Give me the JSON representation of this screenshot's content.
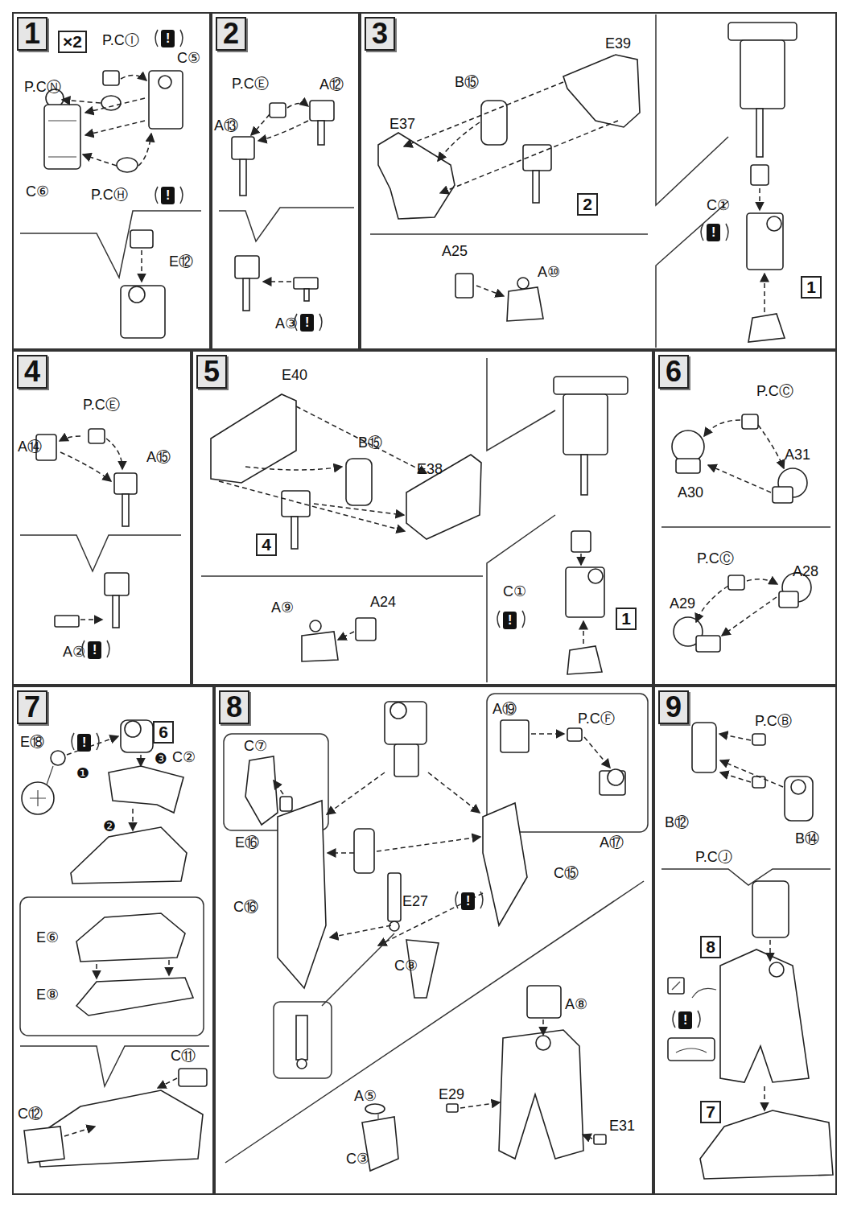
{
  "diagram": {
    "nodes": [
      {
        "text": [
          "1"
        ]
      },
      {
        "text": [
          "×2"
        ],
        "in": 0
      },
      {
        "text": [
          "2"
        ]
      },
      {
        "text": [
          "3"
        ]
      },
      {
        "text": [
          "2"
        ],
        "in": 3
      },
      {
        "text": [
          "1"
        ],
        "in": 3
      },
      {
        "text": [
          "4"
        ]
      },
      {
        "text": [
          "5"
        ]
      },
      {
        "text": [
          "4"
        ],
        "in": 7
      },
      {
        "text": [
          "1"
        ],
        "in": 7
      },
      {
        "text": [
          "6"
        ]
      },
      {
        "text": [
          "7"
        ]
      },
      {
        "text": [
          "6"
        ],
        "in": 11
      },
      {
        "text": [
          "8"
        ]
      },
      {
        "text": [
          "9"
        ]
      },
      {
        "text": [
          "8"
        ],
        "in": 14
      },
      {
        "text": [
          "7"
        ],
        "in": 14
      }
    ],
    "labels": [
      "P.CⒾ",
      "!",
      "C⑤",
      "P.CⓃ",
      "C⑥",
      "P.CⒽ",
      "!",
      "E⑫",
      "P.CⒺ",
      "A⑫",
      "A⑬",
      "A③",
      "!",
      "E39",
      "B⑮",
      "E37",
      "A25",
      "A⑩",
      "C①",
      "!",
      "P.CⒺ",
      "A⑭",
      "A⑮",
      "A②",
      "!",
      "E40",
      "B⑮",
      "E38",
      "A⑨",
      "A24",
      "C①",
      "!",
      "P.CⒸ",
      "A31",
      "A30",
      "P.CⒸ",
      "A28",
      "A29",
      "E⑱",
      "!",
      "❸",
      "C②",
      "❶",
      "❷",
      "E⑥",
      "E⑧",
      "C⑪",
      "C⑫",
      "C⑦",
      "E⑯",
      "A⑲",
      "P.CⒻ",
      "A⑰",
      "C⑮",
      "E27",
      "!",
      "C⑯",
      "C⑧",
      "A⑧",
      "A⑤",
      "E29",
      "C③",
      "E31",
      "P.CⒷ",
      "B⑫",
      "B⑭",
      "P.CⒿ",
      "!"
    ]
  }
}
